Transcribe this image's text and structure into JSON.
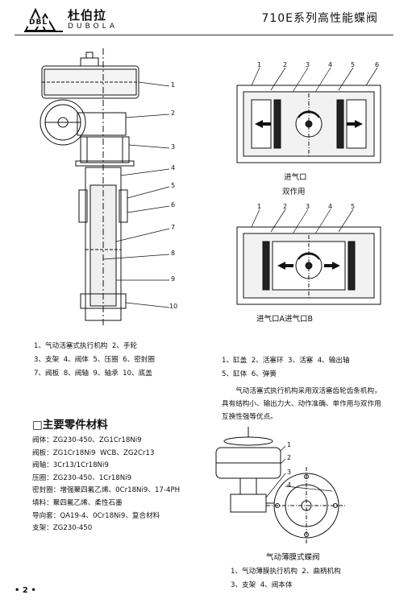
{
  "header": {
    "brand_cn": "杜伯拉",
    "brand_en": "DUBOLA",
    "logo_text": "DBL",
    "doc_title": "710E系列高性能蝶阀"
  },
  "fig_valve": {
    "callouts": [
      "1",
      "2",
      "3",
      "4",
      "5",
      "6",
      "7",
      "8",
      "9",
      "10"
    ],
    "legend": "1、气动活塞式执行机构  2、手轮\n3、支架  4、阀体  5、压圈  6、密封圈\n7、阀板  8、阀轴  9、轴承  10、底盖"
  },
  "fig_actuator": {
    "callouts_top": [
      "1",
      "2",
      "3",
      "4",
      "5",
      "6"
    ],
    "caption_top_line1": "进气口",
    "caption_top_line2": "双作用",
    "callouts_bottom": [
      "1",
      "2",
      "3",
      "4",
      "5"
    ],
    "caption_bottom": "进气口A进气口B",
    "legend": "1、缸盖  2、活塞环  3、活塞  4、输出轴\n5、缸体  6、弹簧",
    "description": "气动活塞式执行机构采用双活塞齿轮齿条机构，具有结构小、输出力大、动作准确、单作用与双作用互换性强等优点。"
  },
  "materials": {
    "heading": "□主要零件材料",
    "lines": "阀体：ZG230-450、ZG1Cr18Ni9\n阀板：ZG1Cr18Ni9  WCB、ZG2Cr13\n阀轴：3Cr13/1Cr18Ni9\n压圈：ZG230-450、1Cr18Ni9\n密封圈：增强聚四氟乙烯、0Cr18Ni9、17-4PH\n填料：聚四氟乙烯、柔性石墨\n导向套：QA19-4、0Cr18Ni9、复合材料\n支架：ZG230-450"
  },
  "fig_diaphragm": {
    "callouts": [
      "1",
      "2",
      "3",
      "4"
    ],
    "caption": "气动薄膜式蝶阀",
    "legend": "1、气动薄膜执行机构  2、曲柄机构\n3、支架  4、阀本体"
  },
  "footer": {
    "page": "• 2 •"
  }
}
